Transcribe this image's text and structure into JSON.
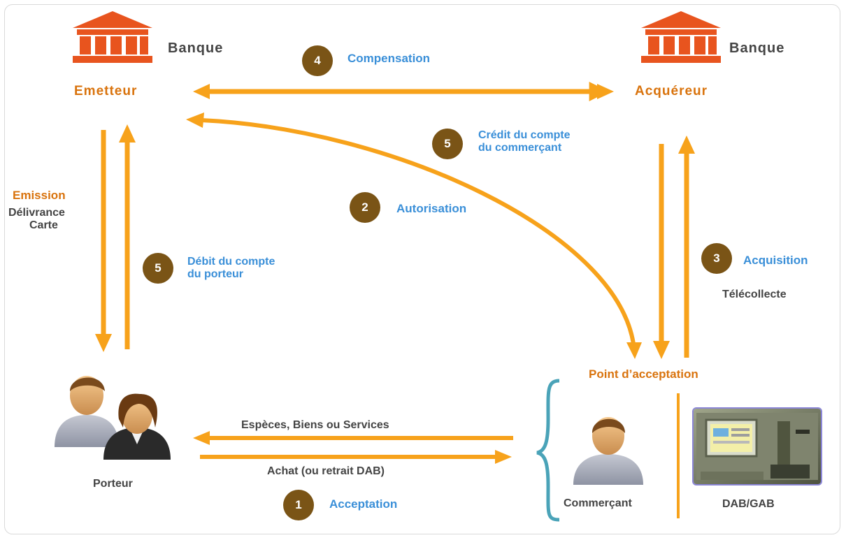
{
  "banks": {
    "left": {
      "label": "Banque",
      "role": "Emetteur"
    },
    "right": {
      "label": "Banque",
      "role": "Acquéreur"
    }
  },
  "steps": [
    {
      "number": "4",
      "label": "Compensation"
    },
    {
      "number": "5",
      "label_line1": "Crédit du compte",
      "label_line2": "du commerçant"
    },
    {
      "number": "2",
      "label": "Autorisation"
    },
    {
      "number": "5",
      "label_line1": "Débit du compte",
      "label_line2": "du porteur"
    },
    {
      "number": "3",
      "label": "Acquisition"
    },
    {
      "number": "1",
      "label": "Acceptation"
    }
  ],
  "emission": {
    "title": "Emission",
    "line1": "Délivrance",
    "line2": "Carte"
  },
  "telecollecte": "Télécollecte",
  "point_acceptation": "Point d’acceptation",
  "flows": {
    "goods": "Espèces, Biens ou Services",
    "purchase": "Achat (ou retrait DAB)"
  },
  "actors": {
    "porteur": "Porteur",
    "commercant": "Commerçant",
    "dab": "DAB/GAB"
  },
  "colors": {
    "arrow": "#f7a21b",
    "bank_icon": "#e8541e",
    "orange_text": "#d9730d",
    "blue_text": "#3a8fd8",
    "badge": "#7a5416",
    "brace": "#4aa3b8"
  }
}
